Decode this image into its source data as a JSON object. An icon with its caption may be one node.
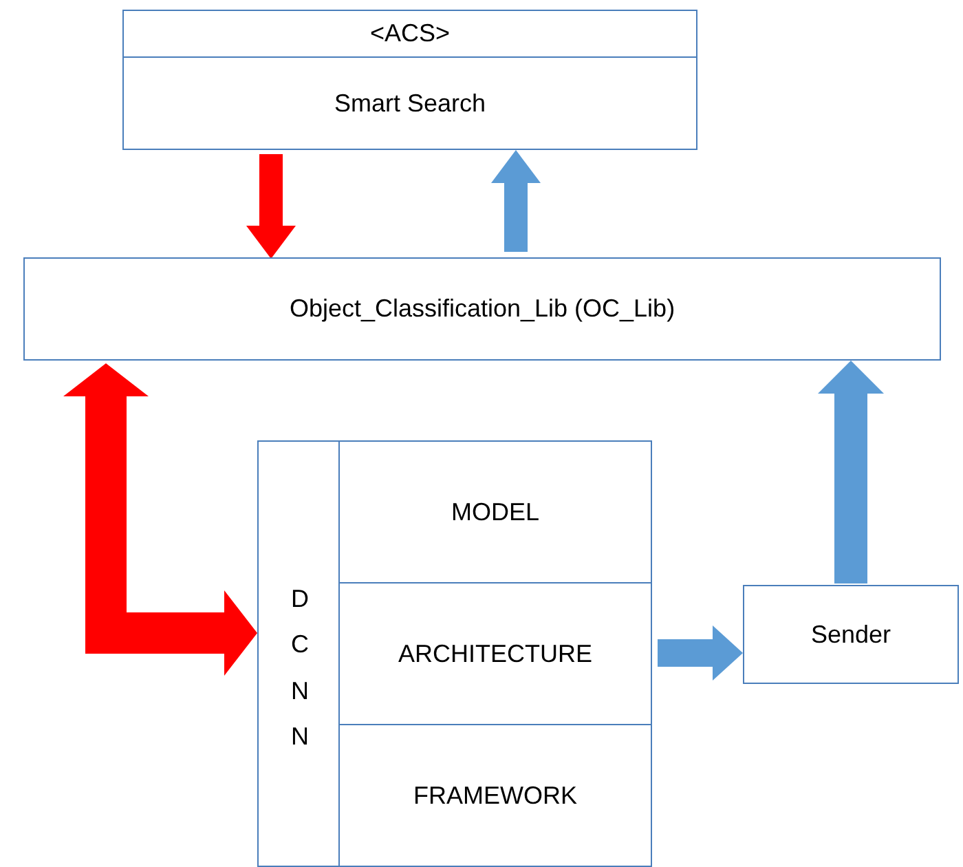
{
  "diagram": {
    "nodes": [
      {
        "text": [
          "<ACS>",
          "Smart Search"
        ]
      },
      {
        "text": [
          "Object_Classification_Lib (OC_Lib)"
        ]
      },
      {
        "text": [
          "DCNN"
        ]
      },
      {
        "text": [
          "MODEL"
        ],
        "in": 2
      },
      {
        "text": [
          "ARCHITECTURE"
        ],
        "in": 2
      },
      {
        "text": [
          "FRAMEWORK"
        ],
        "in": 2
      },
      {
        "text": [
          "Sender"
        ]
      }
    ],
    "edges": [
      {
        "from": 0,
        "to": 1,
        "arrow": "to",
        "color": "#ff0000"
      },
      {
        "from": 1,
        "to": 0,
        "arrow": "to"
      },
      {
        "from": 1,
        "to": 2,
        "arrow": "both",
        "color": "#ff0000"
      },
      {
        "from": 4,
        "to": 6,
        "arrow": "to"
      },
      {
        "from": 6,
        "to": 1,
        "arrow": "to"
      }
    ]
  }
}
